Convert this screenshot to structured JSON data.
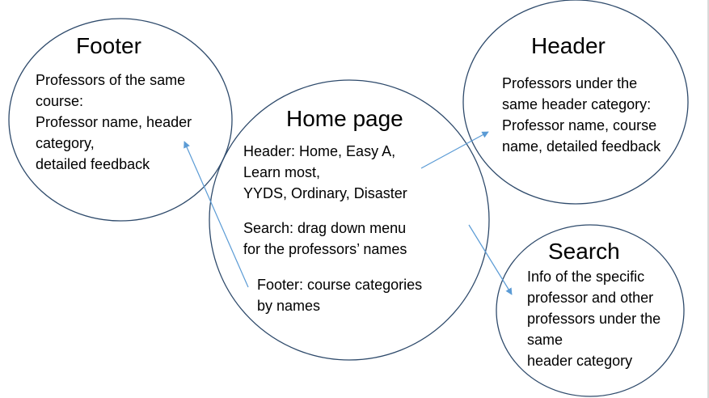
{
  "colors": {
    "circle_stroke": "#2e4a6b",
    "arrow": "#5b9bd5",
    "text": "#000000"
  },
  "nodes": {
    "home": {
      "title": "Home page",
      "lines": [
        "Header: Home, Easy A,",
        "Learn most,",
        "YYDS, Ordinary, Disaster"
      ],
      "search_lines": [
        "Search: drag down menu",
        "for the professors’ names"
      ],
      "footer_lines": [
        "Footer: course categories",
        "by names"
      ]
    },
    "footer": {
      "title": "Footer",
      "lines": [
        "Professors of the same",
        "course:",
        "Professor name, header",
        "category,",
        "detailed feedback"
      ]
    },
    "header": {
      "title": "Header",
      "lines": [
        "Professors under the",
        "same header category:",
        "Professor name, course",
        "name, detailed feedback"
      ]
    },
    "search": {
      "title": "Search",
      "lines": [
        "Info of the specific",
        "professor and other",
        "professors under the",
        "same",
        "header category"
      ]
    }
  },
  "edges": [
    {
      "from": "home",
      "to": "header"
    },
    {
      "from": "home",
      "to": "search"
    },
    {
      "from": "home",
      "to": "footer"
    }
  ]
}
